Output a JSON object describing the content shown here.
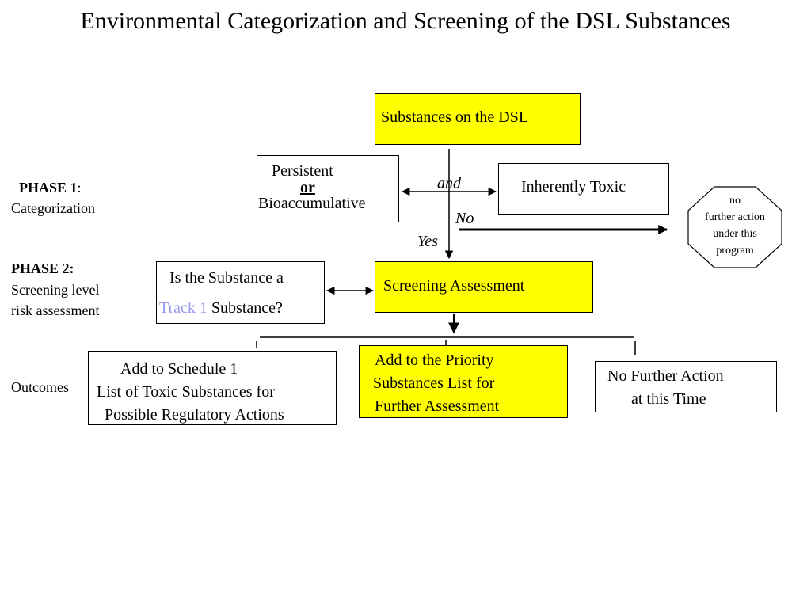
{
  "title": "Environmental Categorization and Screening of the DSL Substances",
  "phases": {
    "phase1_label": "PHASE 1",
    "phase1_colon": ":",
    "phase1_sub": "Categorization",
    "phase2_label": "PHASE 2:",
    "phase2_line1": "Screening level",
    "phase2_line2": "risk assessment",
    "outcomes_label": "Outcomes"
  },
  "nodes": {
    "dsl": "Substances on the DSL",
    "persistent_line1": "Persistent",
    "persistent_or": "or",
    "persistent_line3": "Bioaccumulative",
    "toxic": "Inherently Toxic",
    "stop_line1": "no",
    "stop_line2": "further action",
    "stop_line3": "under this",
    "stop_line4": "program",
    "track_line1": "Is the Substance a",
    "track_highlight": "Track 1",
    "track_line2_rest": "Substance?",
    "screening": "Screening Assessment",
    "schedule_line1": "Add to Schedule 1",
    "schedule_line2": "List of Toxic Substances for",
    "schedule_line3": "Possible Regulatory Actions",
    "priority_line1": "Add to the Priority",
    "priority_line2": "Substances List for",
    "priority_line3": "Further Assessment",
    "nofurther_line1": "No Further Action",
    "nofurther_line2": "at this Time"
  },
  "edge_labels": {
    "and": "and",
    "no": "No",
    "yes": "Yes"
  },
  "colors": {
    "highlight_box": "#ffff00",
    "track_text": "#9999ee",
    "stop_fill": "#ffffff",
    "line": "#000000"
  }
}
